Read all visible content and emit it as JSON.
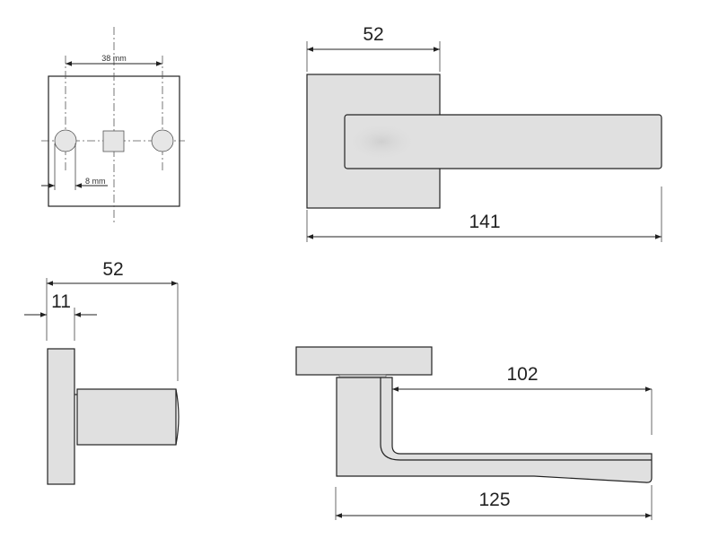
{
  "front_view": {
    "hole_spacing_label": "38 mm",
    "offset_label": "8 mm"
  },
  "top_view": {
    "rose_width_label": "52",
    "total_length_label": "141"
  },
  "side_view": {
    "projection_label": "52",
    "rose_thickness_label": "11"
  },
  "profile_view": {
    "grip_length_label": "102",
    "overall_length_label": "125"
  }
}
